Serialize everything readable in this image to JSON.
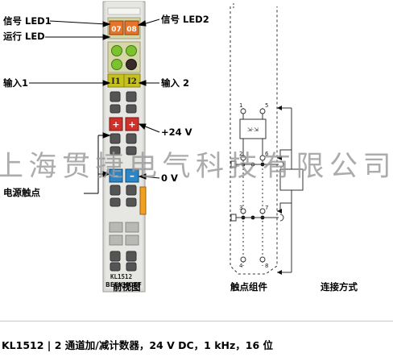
{
  "labels": {
    "led1": "信号 LED1",
    "run_led": "运行 LED",
    "input1": "输入1",
    "power_contact": "电源触点",
    "led2": "信号 LED2",
    "input2": "输入 2",
    "plus24": "+24 V",
    "zero_v": "0 V"
  },
  "module": {
    "led_left": "07",
    "led_right": "08",
    "in_left": "I1",
    "in_right": "I2",
    "model": "KL1512",
    "brand": "BECKHOFF"
  },
  "contact": {
    "top_left": "1",
    "top_right": "5",
    "mid_left": "2",
    "mid_right": "6",
    "lower_left": "3",
    "lower_right": "7",
    "bot_left": "4",
    "bot_right": "8"
  },
  "captions": {
    "front_view": "前视图",
    "contact_assembly": "触点组件",
    "connection": "连接方式"
  },
  "watermark": "上海贯捷电气科技有限公司",
  "footer": "KL1512 | 2 通道加/减计数器，24 V DC，1 kHz，16 位",
  "colors": {
    "led_orange": "#e8742a",
    "led_green": "#7cc22e",
    "input_yellow": "#c7c11e",
    "plus_red": "#d0302a",
    "minus_blue": "#2b86c8",
    "side_orange": "#f0a020"
  }
}
